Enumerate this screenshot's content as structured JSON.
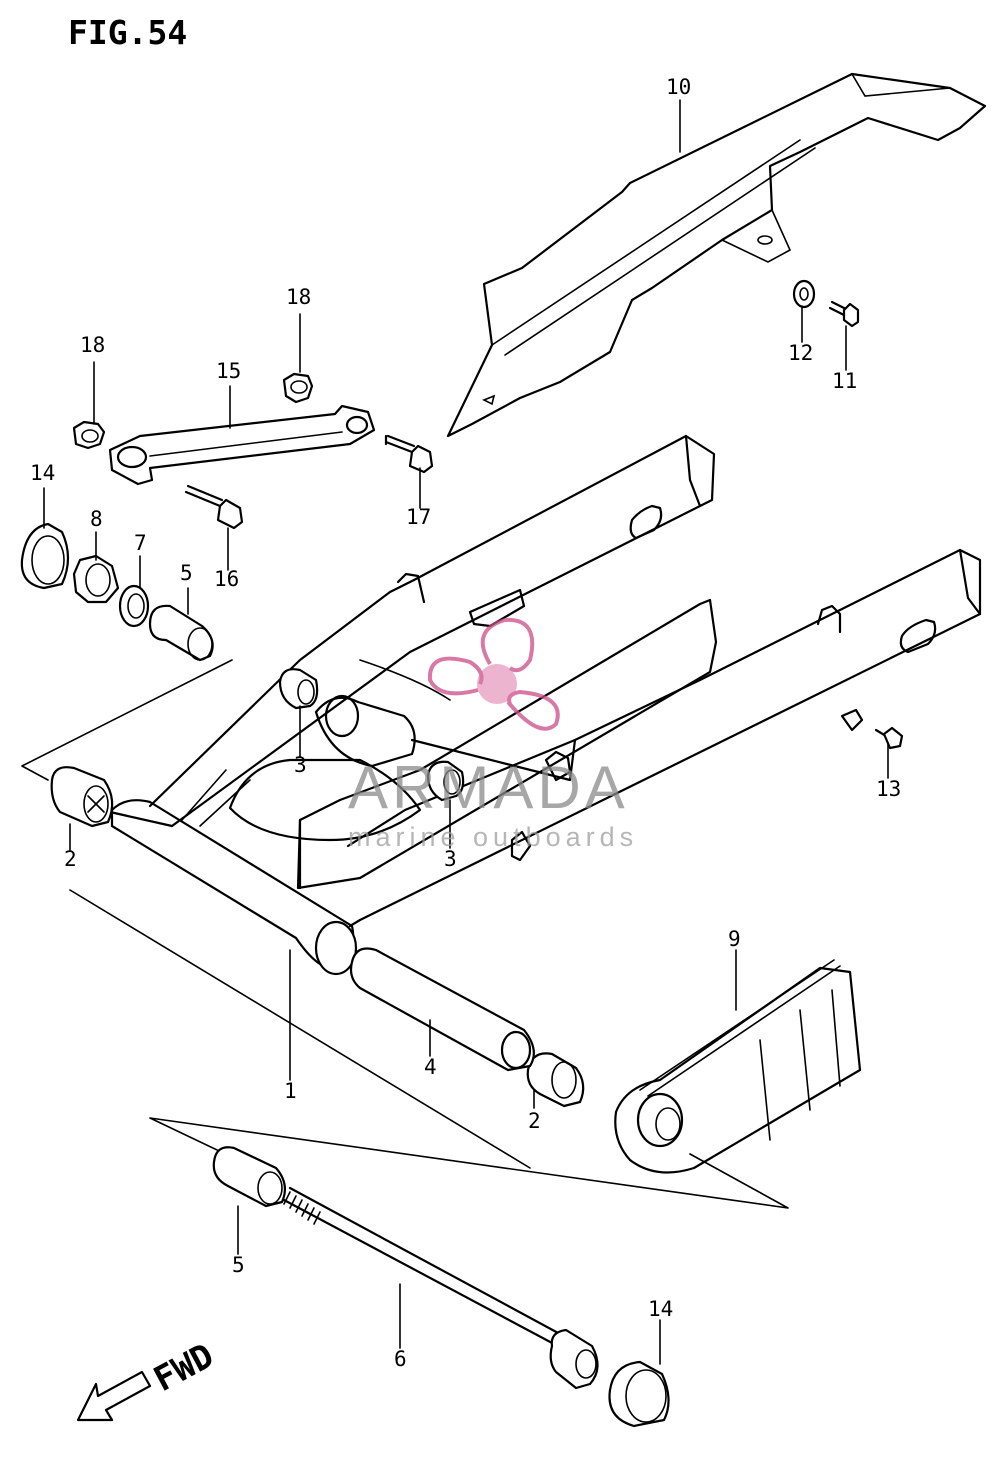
{
  "figure": {
    "title": "FIG.54"
  },
  "direction": {
    "label": "FWD"
  },
  "watermark": {
    "brand": "ARMADA",
    "tagline": "marine outboards",
    "colors": {
      "brand": "#cc4d88",
      "text": "#9e9e9e"
    }
  },
  "callouts": [
    {
      "id": "c1",
      "number": "1"
    },
    {
      "id": "c2a",
      "number": "2"
    },
    {
      "id": "c2b",
      "number": "2"
    },
    {
      "id": "c3a",
      "number": "3"
    },
    {
      "id": "c3b",
      "number": "3"
    },
    {
      "id": "c4",
      "number": "4"
    },
    {
      "id": "c5a",
      "number": "5"
    },
    {
      "id": "c5b",
      "number": "5"
    },
    {
      "id": "c6",
      "number": "6"
    },
    {
      "id": "c7",
      "number": "7"
    },
    {
      "id": "c8",
      "number": "8"
    },
    {
      "id": "c9",
      "number": "9"
    },
    {
      "id": "c10",
      "number": "10"
    },
    {
      "id": "c11",
      "number": "11"
    },
    {
      "id": "c12",
      "number": "12"
    },
    {
      "id": "c13",
      "number": "13"
    },
    {
      "id": "c14a",
      "number": "14"
    },
    {
      "id": "c14b",
      "number": "14"
    },
    {
      "id": "c15",
      "number": "15"
    },
    {
      "id": "c16",
      "number": "16"
    },
    {
      "id": "c17",
      "number": "17"
    },
    {
      "id": "c18a",
      "number": "18"
    },
    {
      "id": "c18b",
      "number": "18"
    }
  ]
}
